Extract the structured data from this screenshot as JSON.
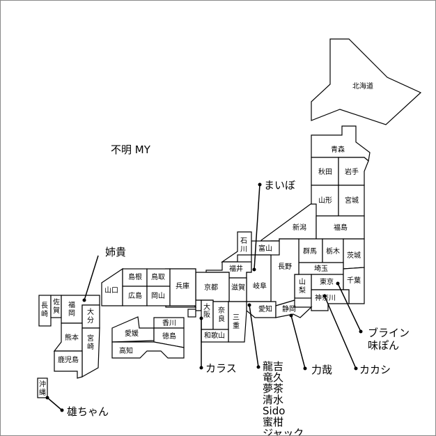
{
  "prefectures": {
    "hokkaido": "北海道",
    "aomori": "青森",
    "akita": "秋田",
    "iwate": "岩手",
    "yamagata": "山形",
    "miyagi": "宮城",
    "niigata": "新潟",
    "fukushima": "福島",
    "gunma": "群馬",
    "tochigi": "栃木",
    "ibaraki": "茨城",
    "saitama": "埼玉",
    "tokyo": "東京",
    "chiba": "千葉",
    "yamanashi_1": "山",
    "yamanashi_2": "梨",
    "kanagawa": "神奈川",
    "nagano": "長野",
    "toyama": "富山",
    "ishikawa_1": "石",
    "ishikawa_2": "川",
    "fukui": "福井",
    "gifu": "岐阜",
    "shiga": "滋賀",
    "kyoto": "京都",
    "hyogo": "兵庫",
    "osaka_1": "大",
    "osaka_2": "阪",
    "nara_1": "奈",
    "nara_2": "良",
    "mie_1": "三",
    "mie_2": "重",
    "wakayama": "和歌山",
    "aichi": "愛知",
    "shizuoka": "静岡",
    "yamaguchi": "山口",
    "shimane": "島根",
    "tottori": "鳥取",
    "hiroshima": "広島",
    "okayama": "岡山",
    "ehime": "愛媛",
    "kagawa": "香川",
    "tokushima": "徳島",
    "kochi": "高知",
    "nagasaki_1": "長",
    "nagasaki_2": "崎",
    "saga_1": "佐",
    "saga_2": "賀",
    "fukuoka_1": "福",
    "fukuoka_2": "岡",
    "oita_1": "大",
    "oita_2": "分",
    "kumamoto": "熊本",
    "miyazaki_1": "宮",
    "miyazaki_2": "崎",
    "kagoshima": "鹿児島",
    "okinawa_1": "沖",
    "okinawa_2": "縄"
  },
  "annotations": {
    "unknown": "不明  MY",
    "maibo": "まいぼ",
    "aniki": "姉貴",
    "karasu": "カラス",
    "yuchan": "雄ちゃん",
    "group_aichi": [
      "龍吉",
      "竜久",
      "夢茶",
      "清水",
      "Sido",
      "蜜柑",
      "ジャック"
    ],
    "rikiya": "力哉",
    "kakashi": "カカシ",
    "tokyo_group": [
      "ブライン",
      "味ぽん"
    ]
  }
}
